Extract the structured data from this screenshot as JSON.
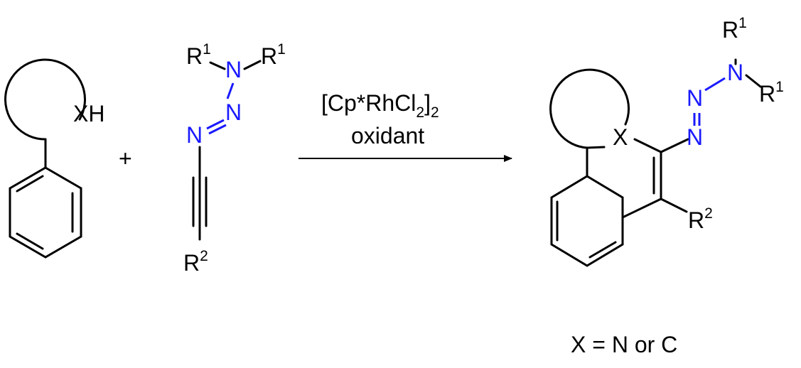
{
  "colors": {
    "bond": "#000000",
    "nitrogen": "#1a1aff",
    "background": "#ffffff"
  },
  "reactant1": {
    "xh_label": "XH"
  },
  "plus": "+",
  "reactant2": {
    "r1_left": "R",
    "r1_left_sup": "1",
    "r1_right": "R",
    "r1_right_sup": "1",
    "n1": "N",
    "n2": "N",
    "n3": "N",
    "r2": "R",
    "r2_sup": "2"
  },
  "conditions": {
    "catalyst_a": "[Cp*RhCl",
    "catalyst_sub1": "2",
    "catalyst_b": "]",
    "catalyst_sub2": "2",
    "oxidant": "oxidant"
  },
  "product": {
    "x_label": "X",
    "n_bottom": "N",
    "n_mid": "N",
    "n_top": "N",
    "r1_top": "R",
    "r1_top_sup": "1",
    "r1_right": "R",
    "r1_right_sup": "1",
    "r2": "R",
    "r2_sup": "2"
  },
  "footnote": "X = N or C"
}
